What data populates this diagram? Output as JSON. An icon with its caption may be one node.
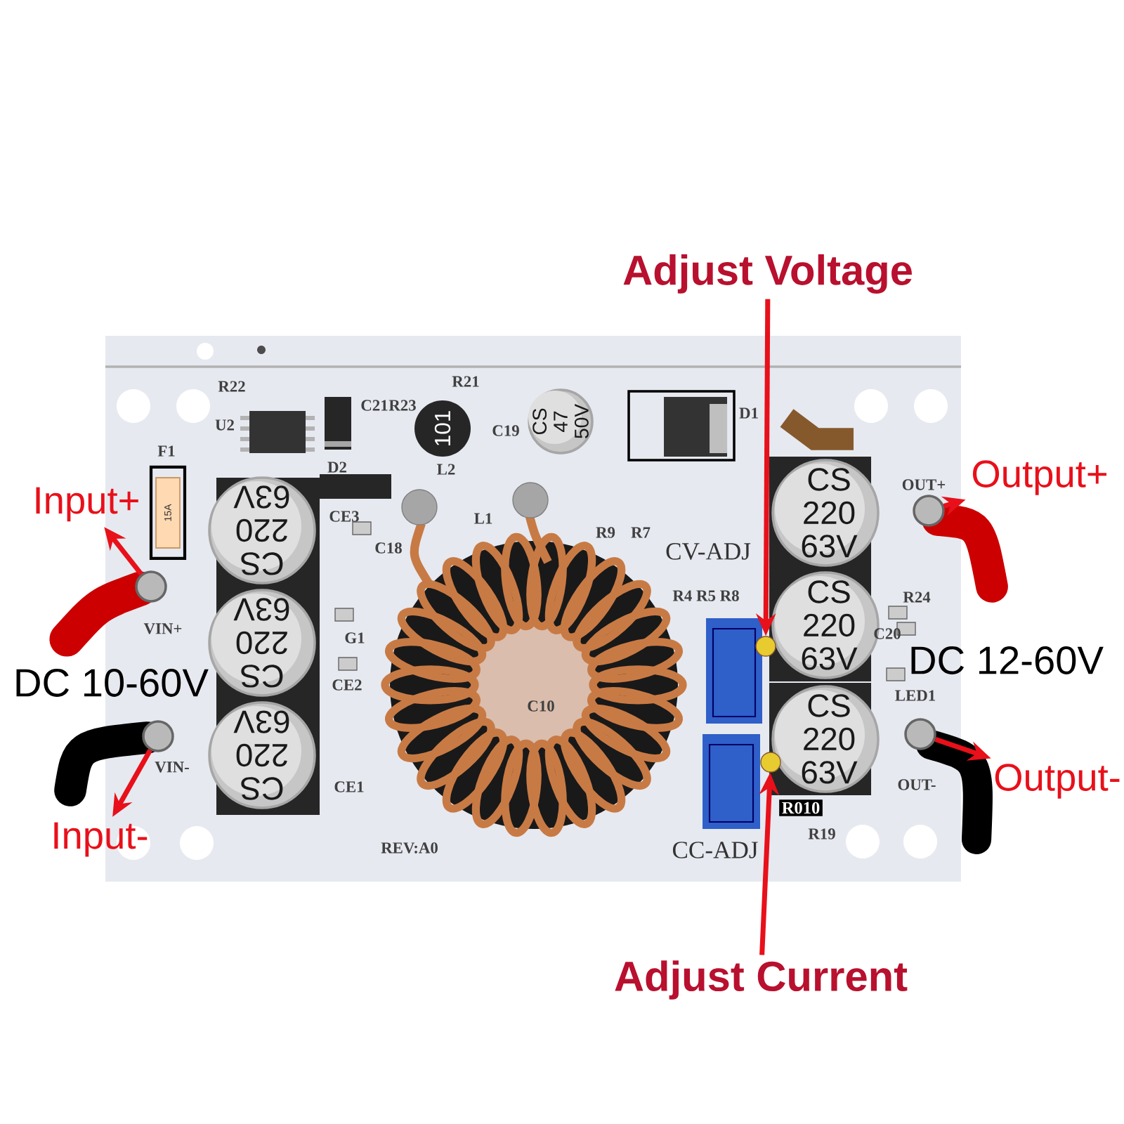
{
  "diagram": {
    "nodes": [
      {
        "text": [
          "Adjust Voltage"
        ]
      },
      {
        "text": [
          "Adjust Current"
        ]
      },
      {
        "text": [
          "Input+"
        ]
      },
      {
        "text": [
          "Input-"
        ]
      },
      {
        "text": [
          "Output+"
        ]
      },
      {
        "text": [
          "Output-"
        ]
      },
      {
        "text": [],
        "shape": "circle",
        "beside": [
          "CV-ADJ"
        ]
      },
      {
        "text": [],
        "shape": "circle",
        "beside": [
          "CC-ADJ"
        ]
      },
      {
        "text": [],
        "shape": "circle",
        "beside": [
          "VIN+"
        ]
      },
      {
        "text": [],
        "shape": "circle",
        "beside": [
          "VIN-"
        ]
      },
      {
        "text": [],
        "shape": "circle",
        "beside": [
          "OUT+"
        ]
      },
      {
        "text": [],
        "shape": "circle",
        "beside": [
          "OUT-"
        ]
      }
    ],
    "edges": [
      {
        "from": 0,
        "to": 6,
        "arrow": "to"
      },
      {
        "from": 1,
        "to": 7,
        "arrow": "to"
      },
      {
        "from": 8,
        "to": 2,
        "arrow": "to"
      },
      {
        "from": 9,
        "to": 3,
        "arrow": "to"
      },
      {
        "from": 10,
        "to": 4,
        "arrow": "to"
      },
      {
        "from": 11,
        "to": 5,
        "arrow": "to"
      }
    ],
    "labels": [
      "R22",
      "R21",
      "C21",
      "R23",
      "U2",
      "101",
      "C19",
      "CS 47 50V",
      "D1",
      "F1",
      "D2",
      "L2",
      "15A",
      "CS 220 63V",
      "CE3",
      "L1",
      "CS 220 63V",
      "C18",
      "R9",
      "R7",
      "R4 R5 R8",
      "R24",
      "CS 220 63V",
      "G1",
      "CS 220 63V",
      "C20",
      "DC 10-60V",
      "CE2",
      "C10",
      "DC 12-60V",
      "LED1",
      "CS 220 63V",
      "CE1",
      "CS 220 63V",
      "R010",
      "REV:A0",
      "R19"
    ]
  }
}
